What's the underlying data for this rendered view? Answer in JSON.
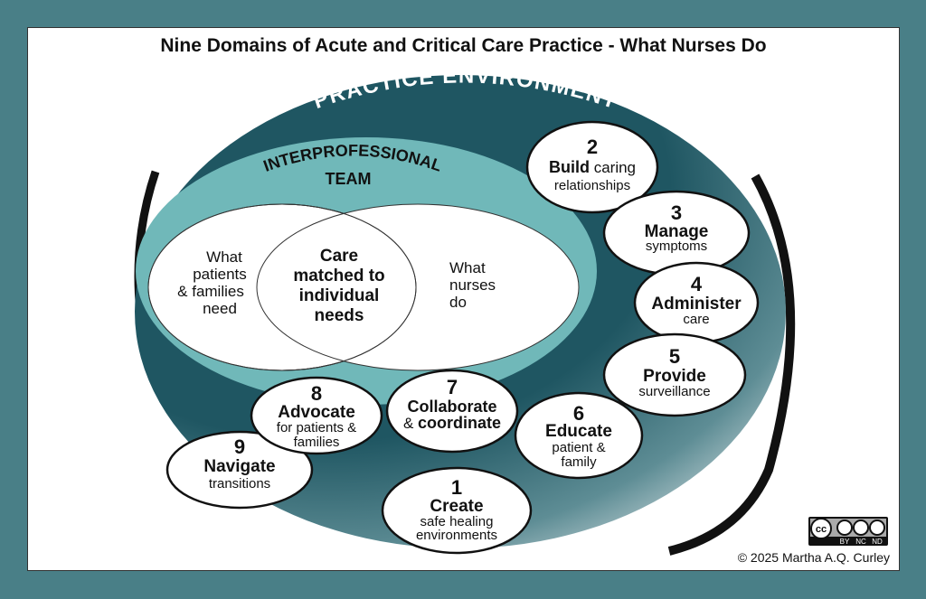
{
  "title": "Nine Domains of Acute and Critical Care Practice - What Nurses Do",
  "environment_label": "PRACTICE ENVIRONMENT",
  "team_label_line1": "INTERPROFESSIONAL",
  "team_label_line2": "TEAM",
  "venn": {
    "left": [
      "What",
      "patients",
      "& families",
      "need"
    ],
    "center": [
      "Care",
      "matched to",
      "individual",
      "needs"
    ],
    "right": [
      "What",
      "nurses",
      "do"
    ]
  },
  "domains": [
    {
      "num": "1",
      "bold": "Create",
      "rest": [
        "safe healing",
        "environments"
      ]
    },
    {
      "num": "2",
      "bold": "Build",
      "inline": " caring",
      "rest": [
        "relationships"
      ]
    },
    {
      "num": "3",
      "bold": "Manage",
      "rest": [
        "symptoms"
      ]
    },
    {
      "num": "4",
      "bold": "Administer",
      "rest": [
        "care"
      ]
    },
    {
      "num": "5",
      "bold": "Provide",
      "rest": [
        "surveillance"
      ]
    },
    {
      "num": "6",
      "bold": "Educate",
      "rest": [
        "patient &",
        "family"
      ]
    },
    {
      "num": "7",
      "bold": "Collaborate",
      "prefix": "& ",
      "bold2": "coordinate"
    },
    {
      "num": "8",
      "bold": "Advocate",
      "rest": [
        "for patients &",
        "families"
      ]
    },
    {
      "num": "9",
      "bold": "Navigate",
      "rest": [
        "transitions"
      ]
    }
  ],
  "license": {
    "cc": "cc",
    "tags": [
      "BY",
      "NC",
      "ND"
    ]
  },
  "copyright": "© 2025 Martha A.Q. Curley",
  "colors": {
    "border": "#497f87",
    "dark_teal": "#1f5662",
    "light_teal": "#70b8b9"
  }
}
